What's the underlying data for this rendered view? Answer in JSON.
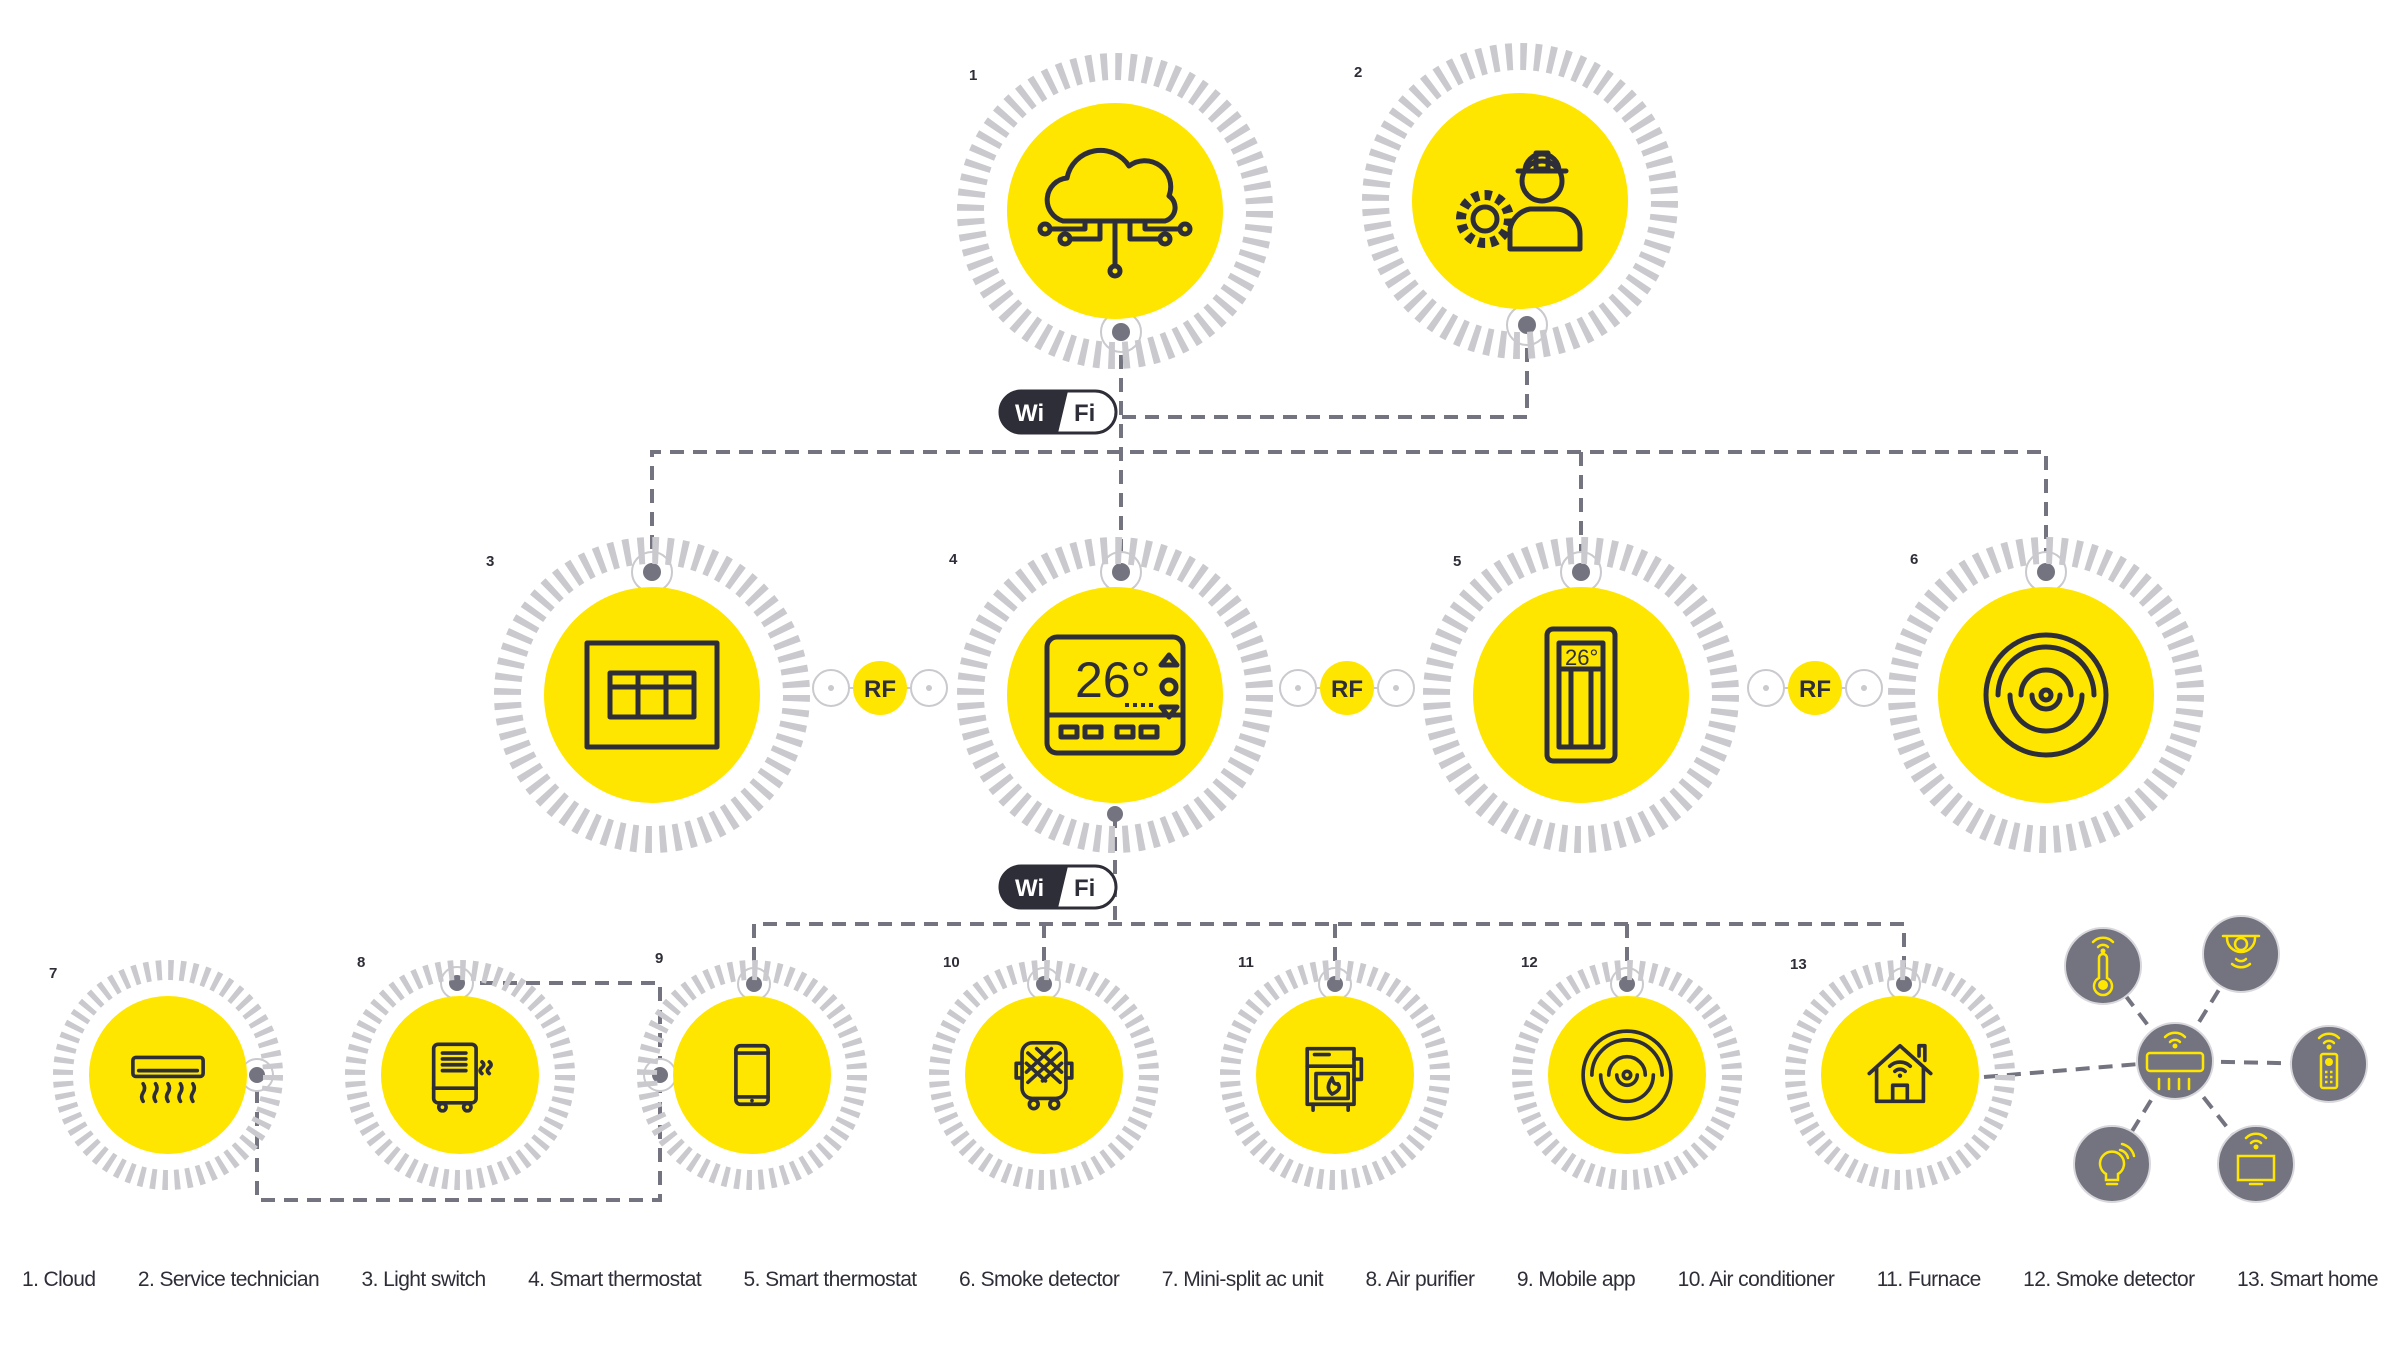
{
  "colors": {
    "yellow": "#ffe600",
    "ring": "#c9c9ce",
    "connector": "#747480",
    "ink": "#2e2e38",
    "satellite": "#747480"
  },
  "badges": {
    "wifi_left": "Wi",
    "wifi_right": "Fi",
    "rf": "RF"
  },
  "nodes": [
    {
      "number": "1",
      "icon": "cloud-icon"
    },
    {
      "number": "2",
      "icon": "technician-icon"
    },
    {
      "number": "3",
      "icon": "light-switch-icon"
    },
    {
      "number": "4",
      "icon": "thermostat-icon",
      "display": "26°"
    },
    {
      "number": "5",
      "icon": "wall-thermostat-icon",
      "display": "26°"
    },
    {
      "number": "6",
      "icon": "smoke-detector-icon"
    },
    {
      "number": "7",
      "icon": "mini-split-icon"
    },
    {
      "number": "8",
      "icon": "air-purifier-icon"
    },
    {
      "number": "9",
      "icon": "mobile-phone-icon"
    },
    {
      "number": "10",
      "icon": "air-conditioner-icon"
    },
    {
      "number": "11",
      "icon": "furnace-icon"
    },
    {
      "number": "12",
      "icon": "smoke-detector-icon"
    },
    {
      "number": "13",
      "icon": "smart-home-icon"
    }
  ],
  "satellites": [
    "thermometer-icon",
    "security-camera-icon",
    "remote-control-icon",
    "light-bulb-icon",
    "television-icon"
  ],
  "hub": "air-conditioner-hub-icon",
  "legend": [
    "1. Cloud",
    "2. Service technician",
    "3. Light switch",
    "4. Smart thermostat",
    "5. Smart thermostat",
    "6. Smoke detector",
    "7. Mini-split ac unit",
    "8. Air purifier",
    "9. Mobile app",
    "10. Air conditioner",
    "11. Furnace",
    "12. Smoke detector",
    "13. Smart home"
  ]
}
